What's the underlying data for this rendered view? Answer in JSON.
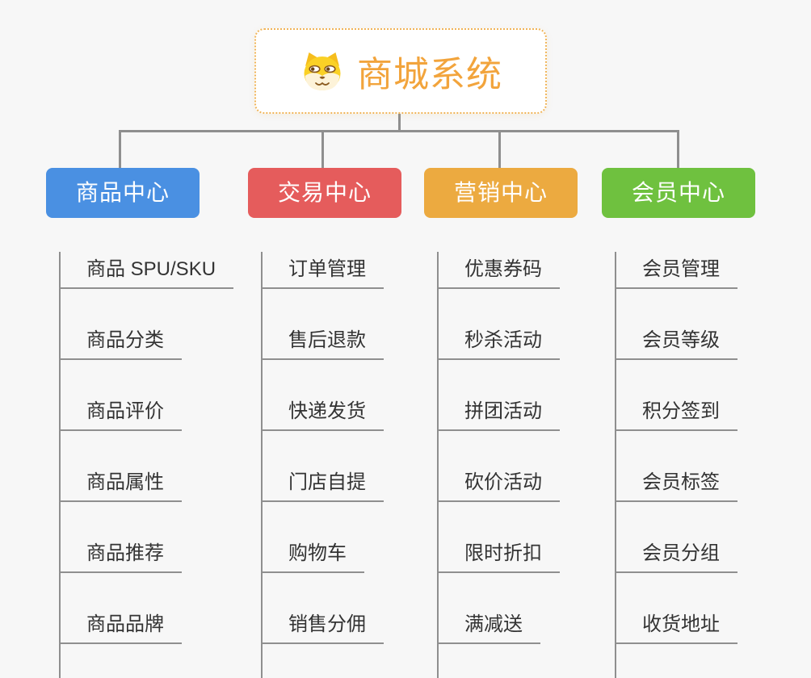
{
  "root": {
    "label": "商城系统",
    "icon": "shiba-dog-icon"
  },
  "branches": [
    {
      "label": "商品中心",
      "color": "#4a90e2",
      "items": [
        "商品 SPU/SKU",
        "商品分类",
        "商品评价",
        "商品属性",
        "商品推荐",
        "商品品牌"
      ]
    },
    {
      "label": "交易中心",
      "color": "#e55c5c",
      "items": [
        "订单管理",
        "售后退款",
        "快递发货",
        "门店自提",
        "购物车",
        "销售分佣"
      ]
    },
    {
      "label": "营销中心",
      "color": "#ecaa40",
      "items": [
        "优惠券码",
        "秒杀活动",
        "拼团活动",
        "砍价活动",
        "限时折扣",
        "满减送"
      ]
    },
    {
      "label": "会员中心",
      "color": "#6fc13f",
      "items": [
        "会员管理",
        "会员等级",
        "积分签到",
        "会员标签",
        "会员分组",
        "收货地址"
      ]
    }
  ],
  "colors": {
    "background": "#f7f7f7",
    "connector": "#8f8f8f",
    "root_text": "#f2a43c",
    "root_border": "#f0b458",
    "branch_text": "#ffffff",
    "item_text": "#333333"
  }
}
